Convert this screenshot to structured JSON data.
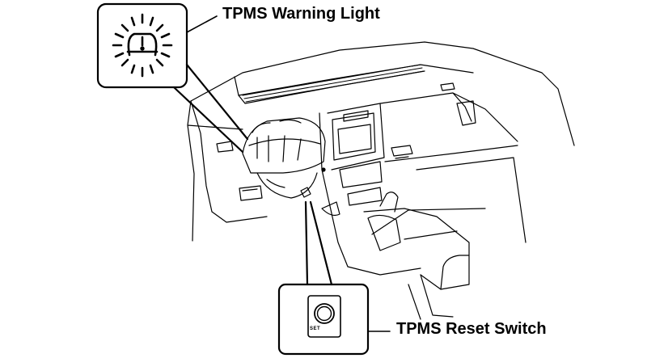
{
  "labels": {
    "warning_light": "TPMS Warning Light",
    "reset_switch": "TPMS Reset Switch",
    "switch_marking": "SET"
  },
  "icons": {
    "warning": "tpms-tire-pressure-icon",
    "reset": "reset-button-icon"
  },
  "colors": {
    "line": "#000000",
    "background": "#ffffff"
  }
}
